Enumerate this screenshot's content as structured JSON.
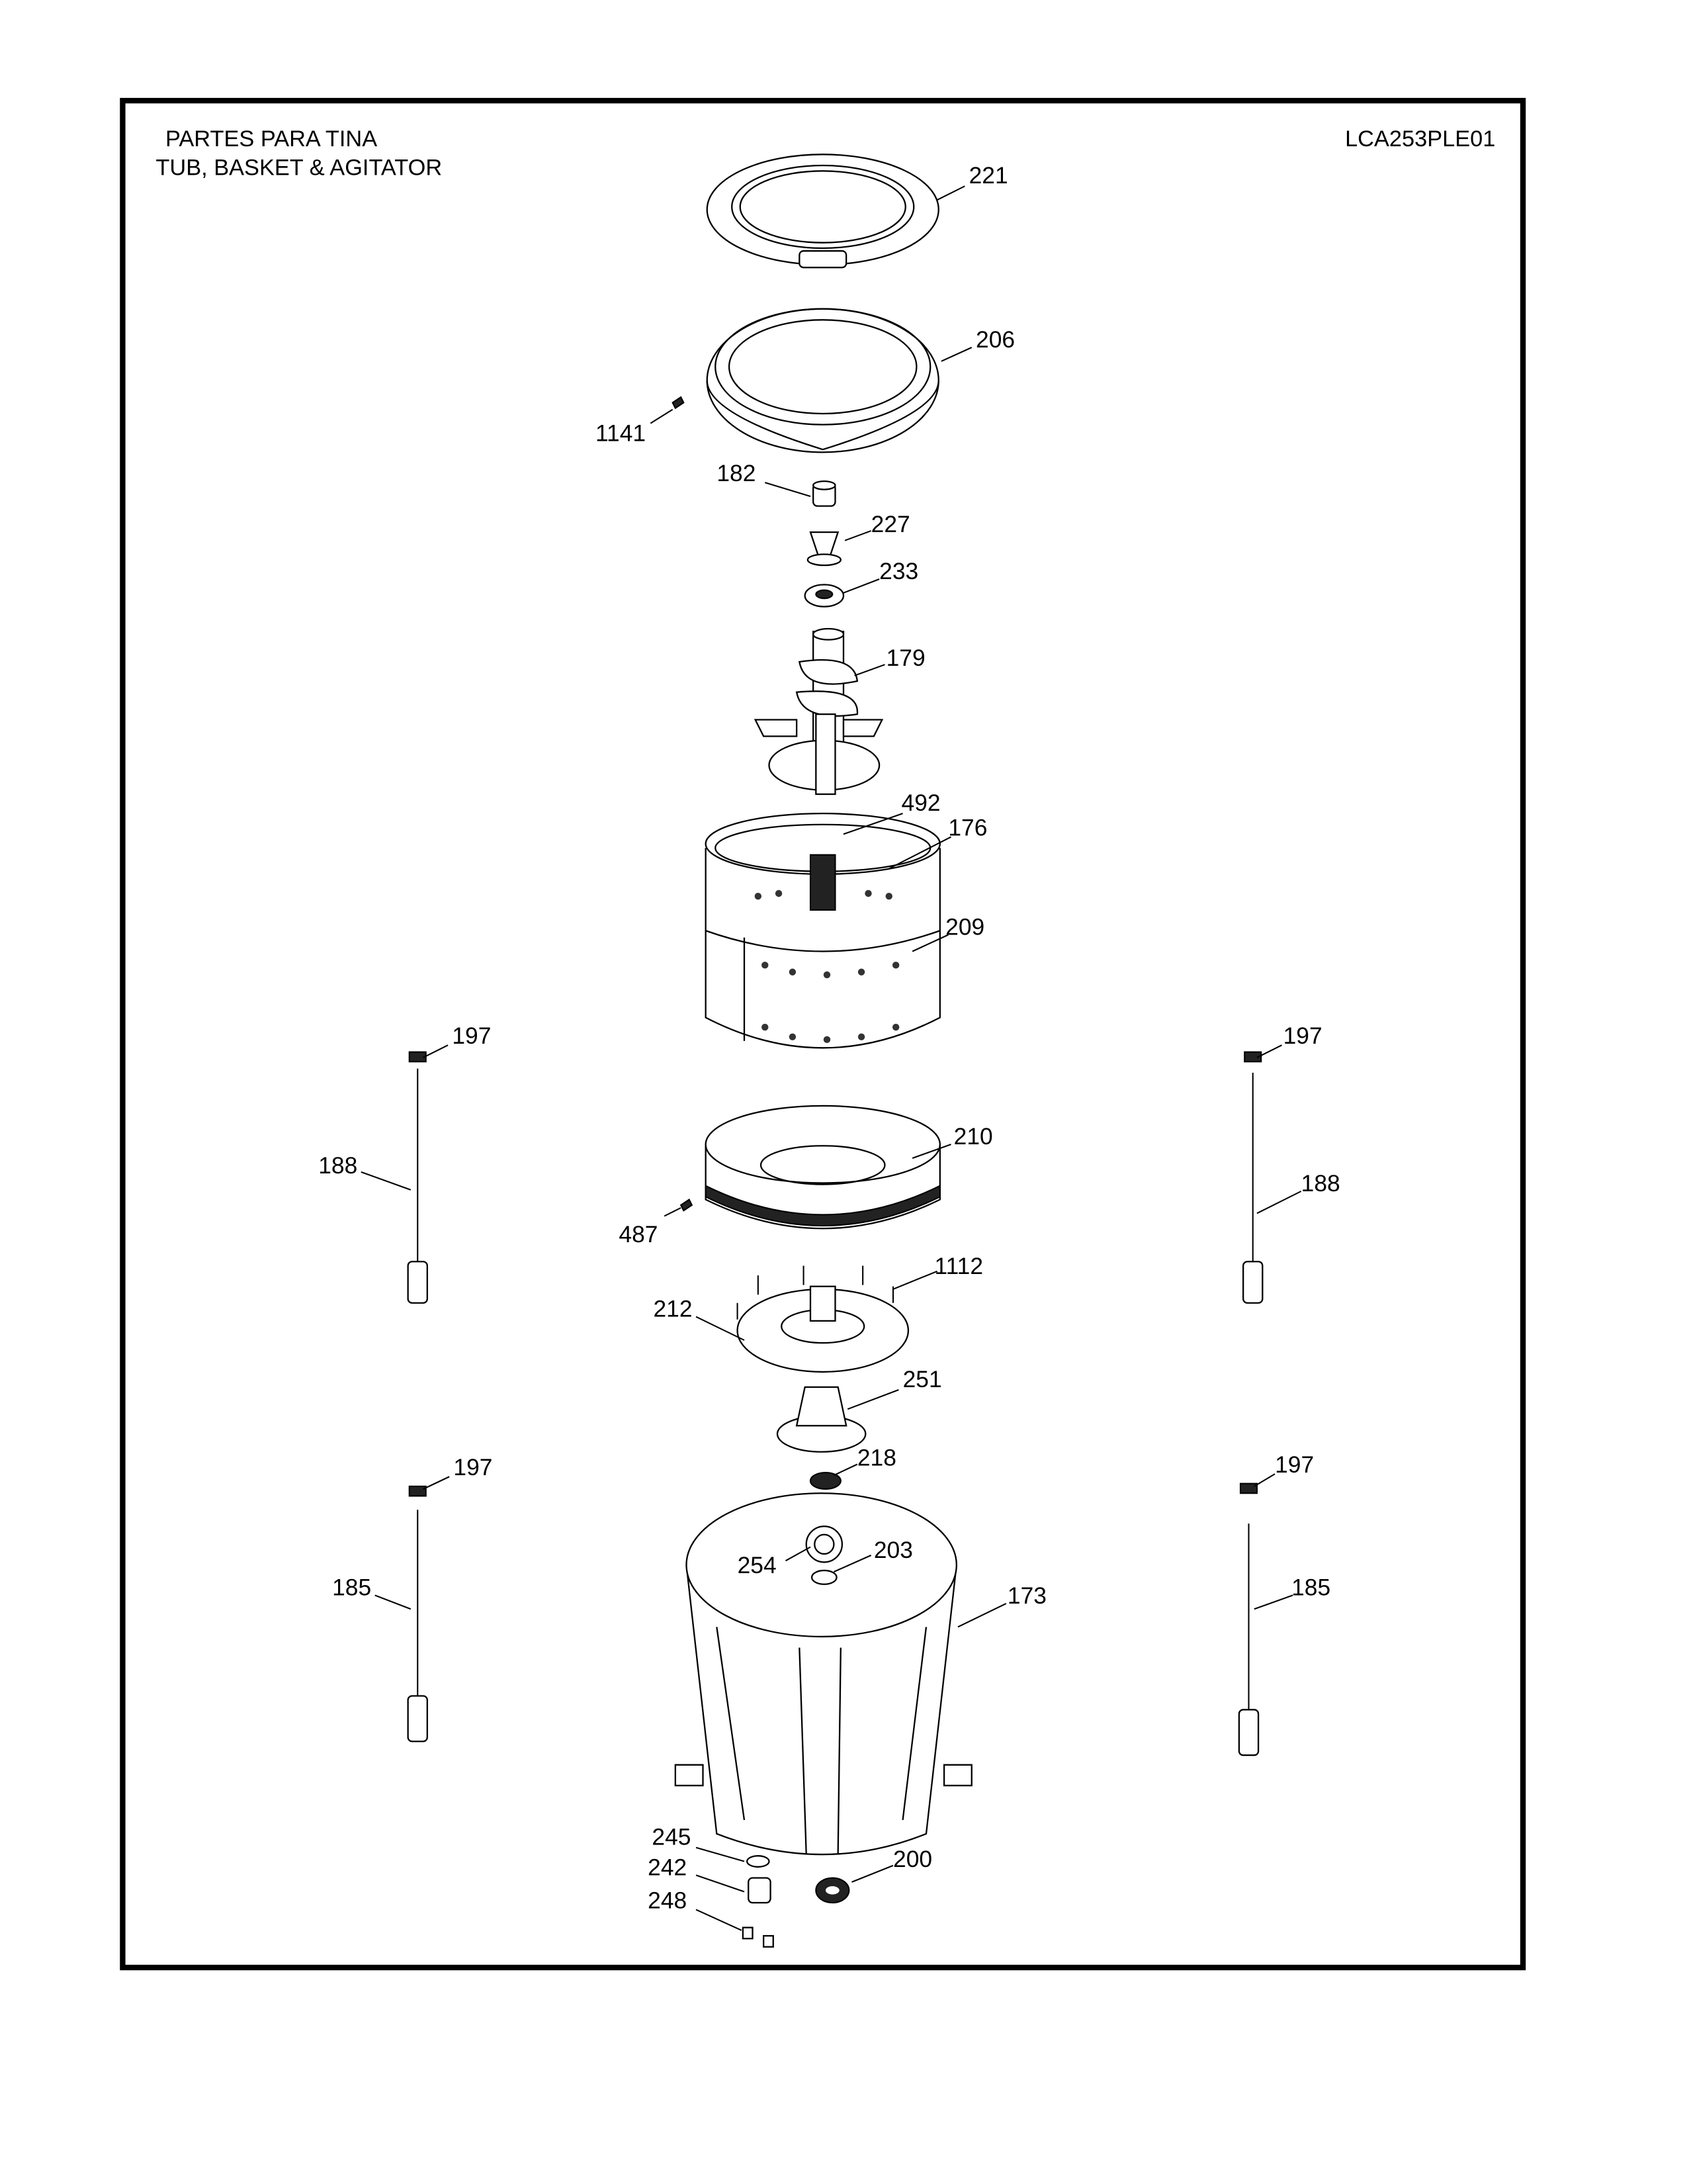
{
  "header": {
    "title_es": "PARTES PARA TINA",
    "title_en": "TUB, BASKET & AGITATOR",
    "model": "LCA253PLE01"
  },
  "callouts": {
    "c221": "221",
    "c206": "206",
    "c1141": "1141",
    "c182": "182",
    "c227": "227",
    "c233": "233",
    "c179": "179",
    "c492": "492",
    "c176": "176",
    "c209": "209",
    "c197a": "197",
    "c188a": "188",
    "c197b": "197",
    "c188b": "188",
    "c210": "210",
    "c487": "487",
    "c1112": "1112",
    "c212": "212",
    "c251": "251",
    "c218": "218",
    "c197c": "197",
    "c197d": "197",
    "c254": "254",
    "c203": "203",
    "c185a": "185",
    "c185b": "185",
    "c173": "173",
    "c245": "245",
    "c242": "242",
    "c248": "248",
    "c200": "200"
  }
}
